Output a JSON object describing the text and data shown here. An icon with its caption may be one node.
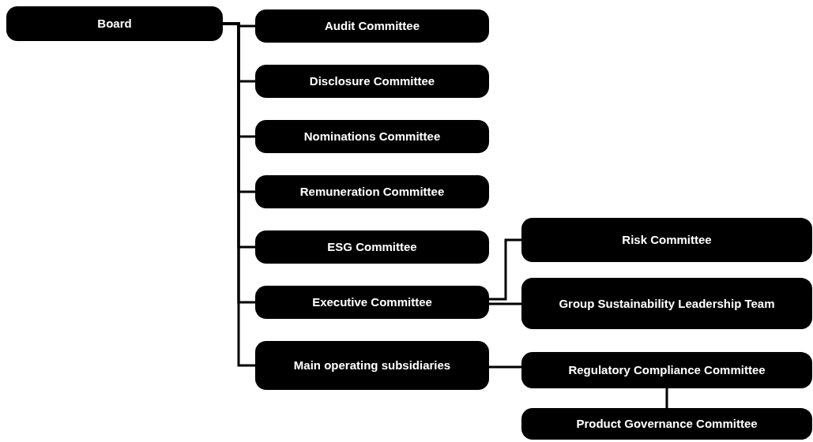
{
  "diagram": {
    "nodes": [
      {
        "text": [
          "Board"
        ]
      },
      {
        "text": [
          "Audit Committee"
        ]
      },
      {
        "text": [
          "Disclosure Committee"
        ]
      },
      {
        "text": [
          "Nominations Committee"
        ]
      },
      {
        "text": [
          "Remuneration Committee"
        ]
      },
      {
        "text": [
          "ESG Committee"
        ]
      },
      {
        "text": [
          "Executive Committee"
        ]
      },
      {
        "text": [
          "Main operating subsidiaries"
        ]
      },
      {
        "text": [
          "Risk Committee"
        ]
      },
      {
        "text": [
          "Group Sustainability Leadership Team"
        ]
      },
      {
        "text": [
          "Regulatory Compliance Committee"
        ]
      },
      {
        "text": [
          "Product Governance Committee"
        ]
      }
    ],
    "edges": [
      {
        "from": 0,
        "to": 1,
        "arrow": "none"
      },
      {
        "from": 0,
        "to": 2,
        "arrow": "none"
      },
      {
        "from": 0,
        "to": 3,
        "arrow": "none"
      },
      {
        "from": 0,
        "to": 4,
        "arrow": "none"
      },
      {
        "from": 0,
        "to": 5,
        "arrow": "none"
      },
      {
        "from": 0,
        "to": 6,
        "arrow": "none"
      },
      {
        "from": 0,
        "to": 7,
        "arrow": "none"
      },
      {
        "from": 6,
        "to": 8,
        "arrow": "none"
      },
      {
        "from": 6,
        "to": 9,
        "arrow": "none"
      },
      {
        "from": 7,
        "to": 10,
        "arrow": "none"
      },
      {
        "from": 10,
        "to": 11,
        "arrow": "none"
      }
    ]
  }
}
